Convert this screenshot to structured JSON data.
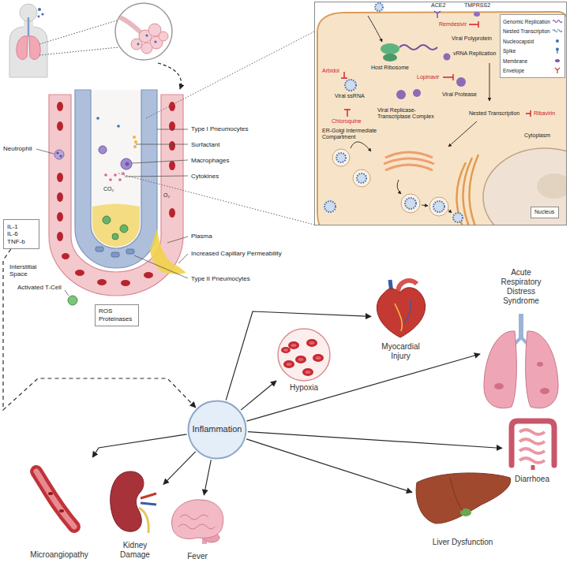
{
  "diagram": {
    "nodes": [
      {
        "text": [
          "IL-1",
          "IL-6",
          "TNF-b"
        ]
      },
      {
        "text": [
          "ROS",
          "Proteinases"
        ]
      },
      {
        "text": [
          "Nucleus"
        ]
      },
      {
        "text": [
          "Inflammation"
        ]
      },
      {
        "text": [
          "Hypoxia"
        ]
      },
      {
        "text": [
          "Myocardial Injury"
        ]
      },
      {
        "text": [
          "Acute Respiratory Distress Syndrome"
        ]
      },
      {
        "text": [
          "Diarrhoea"
        ]
      },
      {
        "text": [
          "Liver Dysfunction"
        ]
      },
      {
        "text": [
          "Fever"
        ]
      },
      {
        "text": [
          "Kidney Damage"
        ]
      },
      {
        "text": [
          "Microangiopathy"
        ]
      }
    ],
    "edges": [
      {
        "from": 0,
        "to": 3,
        "arrow": "to"
      },
      {
        "from": 3,
        "to": 4,
        "arrow": "to"
      },
      {
        "from": 3,
        "to": 5,
        "arrow": "to"
      },
      {
        "from": 3,
        "to": 6,
        "arrow": "to"
      },
      {
        "from": 3,
        "to": 7,
        "arrow": "to"
      },
      {
        "from": 3,
        "to": 8,
        "arrow": "to"
      },
      {
        "from": 3,
        "to": 9,
        "arrow": "to"
      },
      {
        "from": 3,
        "to": 10,
        "arrow": "to"
      },
      {
        "from": 3,
        "to": 11,
        "arrow": "to"
      }
    ],
    "labels": [
      "Neutrophil",
      "Type I Pneumocytes",
      "Surfactant",
      "Macrophages",
      "Cytokines",
      "CO₂",
      "O₂",
      "Interstitial Space",
      "Activated T-Cell",
      "Plasma",
      "Increased Capillary Permeability",
      "Type II Pneumocytes",
      "ACE2",
      "TMPRSS2",
      "Remdesivir",
      "Viral Polyprotein",
      "vRNA Replication",
      "Host Ribosome",
      "Lopinavir",
      "Viral Protease",
      "Arbidol",
      "Viral ssRNA",
      "Viral Replicase-Transcriptase Complex",
      "Chloroquine",
      "ER-Golgi Intermediate Compartment",
      "Nested Transcription",
      "Ribavirin",
      "Cytoplasm"
    ],
    "legend": [
      {
        "text": "Genomic Replication"
      },
      {
        "text": "Nested Transcription"
      },
      {
        "text": "Nucleocapsid"
      },
      {
        "text": "Spike"
      },
      {
        "text": "Membrane"
      },
      {
        "text": "Envelope"
      }
    ]
  }
}
